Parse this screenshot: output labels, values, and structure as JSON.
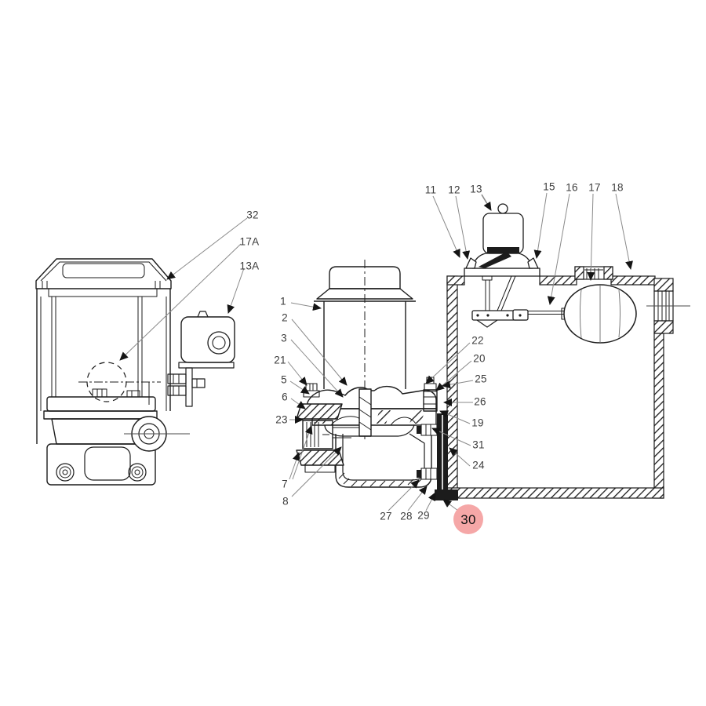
{
  "diagram": {
    "kind": "parts-callout-technical-drawing",
    "description": "Exploded parts diagram of a pump, motor and float tank assembly with numbered callouts",
    "views": {
      "left": {
        "name": "frame-and-pump-base-view"
      },
      "right": {
        "name": "pump-motor-and-tank-view"
      }
    },
    "highlighted_callout": "30"
  },
  "colors": {
    "background": "#ffffff",
    "drawing_line": "#1c1c1c",
    "label_text": "#3d3d3d",
    "leader_line": "#8a8a8a",
    "arrowhead": "#151515",
    "highlight_circle": "#f5a7a7",
    "highlight_text": "#111111"
  },
  "callouts": {
    "items": [
      {
        "text": "32",
        "highlighted": false
      },
      {
        "text": "17A",
        "highlighted": false
      },
      {
        "text": "13A",
        "highlighted": false
      },
      {
        "text": "1",
        "highlighted": false
      },
      {
        "text": "2",
        "highlighted": false
      },
      {
        "text": "3",
        "highlighted": false
      },
      {
        "text": "21",
        "highlighted": false
      },
      {
        "text": "5",
        "highlighted": false
      },
      {
        "text": "6",
        "highlighted": false
      },
      {
        "text": "23",
        "highlighted": false
      },
      {
        "text": "7",
        "highlighted": false
      },
      {
        "text": "8",
        "highlighted": false
      },
      {
        "text": "11",
        "highlighted": false
      },
      {
        "text": "12",
        "highlighted": false
      },
      {
        "text": "13",
        "highlighted": false
      },
      {
        "text": "15",
        "highlighted": false
      },
      {
        "text": "16",
        "highlighted": false
      },
      {
        "text": "17",
        "highlighted": false
      },
      {
        "text": "18",
        "highlighted": false
      },
      {
        "text": "22",
        "highlighted": false
      },
      {
        "text": "20",
        "highlighted": false
      },
      {
        "text": "25",
        "highlighted": false
      },
      {
        "text": "26",
        "highlighted": false
      },
      {
        "text": "19",
        "highlighted": false
      },
      {
        "text": "31",
        "highlighted": false
      },
      {
        "text": "24",
        "highlighted": false
      },
      {
        "text": "27",
        "highlighted": false
      },
      {
        "text": "28",
        "highlighted": false
      },
      {
        "text": "29",
        "highlighted": false
      },
      {
        "text": "30",
        "highlighted": true
      }
    ]
  }
}
